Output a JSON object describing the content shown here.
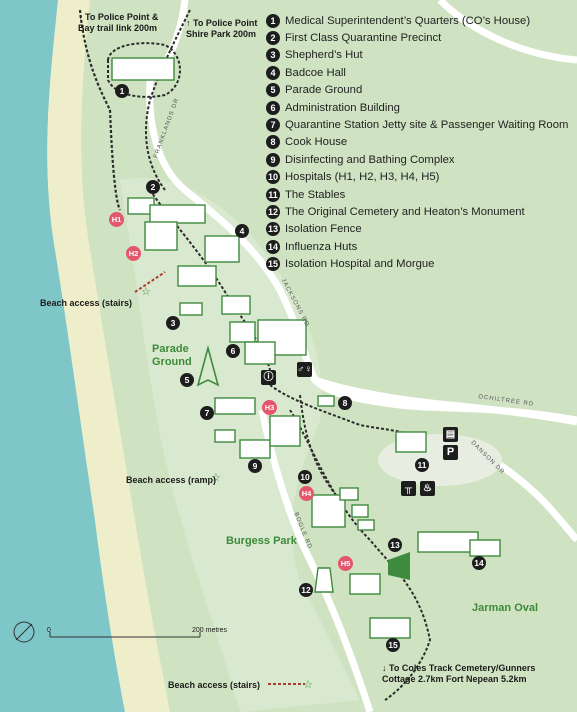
{
  "legend": [
    {
      "num": "1",
      "label": "Medical Superintendent’s Quarters (CO’s House)"
    },
    {
      "num": "2",
      "label": "First Class Quarantine Precinct"
    },
    {
      "num": "3",
      "label": "Shepherd’s Hut"
    },
    {
      "num": "4",
      "label": "Badcoe Hall"
    },
    {
      "num": "5",
      "label": "Parade Ground"
    },
    {
      "num": "6",
      "label": "Administration Building"
    },
    {
      "num": "7",
      "label": "Quarantine Station Jetty site & Passenger Waiting Room"
    },
    {
      "num": "8",
      "label": "Cook House"
    },
    {
      "num": "9",
      "label": "Disinfecting and Bathing Complex"
    },
    {
      "num": "10",
      "label": "Hospitals (H1, H2, H3, H4, H5)"
    },
    {
      "num": "11",
      "label": "The Stables"
    },
    {
      "num": "12",
      "label": "The Original Cemetery and Heaton’s Monument"
    },
    {
      "num": "13",
      "label": "Isolation Fence"
    },
    {
      "num": "14",
      "label": "Influenza Huts"
    },
    {
      "num": "15",
      "label": "Isolation Hospital and Morgue"
    }
  ],
  "directions": {
    "police_bay": "To Police Point & Bay trail link 200m",
    "police_shire": "To Police Point Shire Park 200m",
    "coles": "To Coles Track Cemetery/Gunners Cottage 2.7km Fort Nepean 5.2km"
  },
  "places": {
    "parade_ground": "Parade Ground",
    "burgess_park": "Burgess Park",
    "jarman_oval": "Jarman Oval"
  },
  "beach": {
    "stairs_top": "Beach access (stairs)",
    "ramp": "Beach access (ramp)",
    "stairs_bottom": "Beach access (stairs)"
  },
  "roads": {
    "franklands": "FRANKLANDS DR",
    "jacksons": "JACKSONS RD",
    "ochiltree": "OCHILTREE RD",
    "danson": "DANSON DR",
    "bogle": "BOGLE RD"
  },
  "hospitals": [
    "H1",
    "H2",
    "H3",
    "H4",
    "H5"
  ],
  "scale": {
    "zero": "0",
    "label": "200 metres"
  },
  "colors": {
    "sea": "#7fc6c9",
    "sand": "#efeecb",
    "land": "#cfe3c2",
    "road": "#ffffff",
    "building": "#3e8a3e",
    "hospital_marker": "#e3566b"
  }
}
